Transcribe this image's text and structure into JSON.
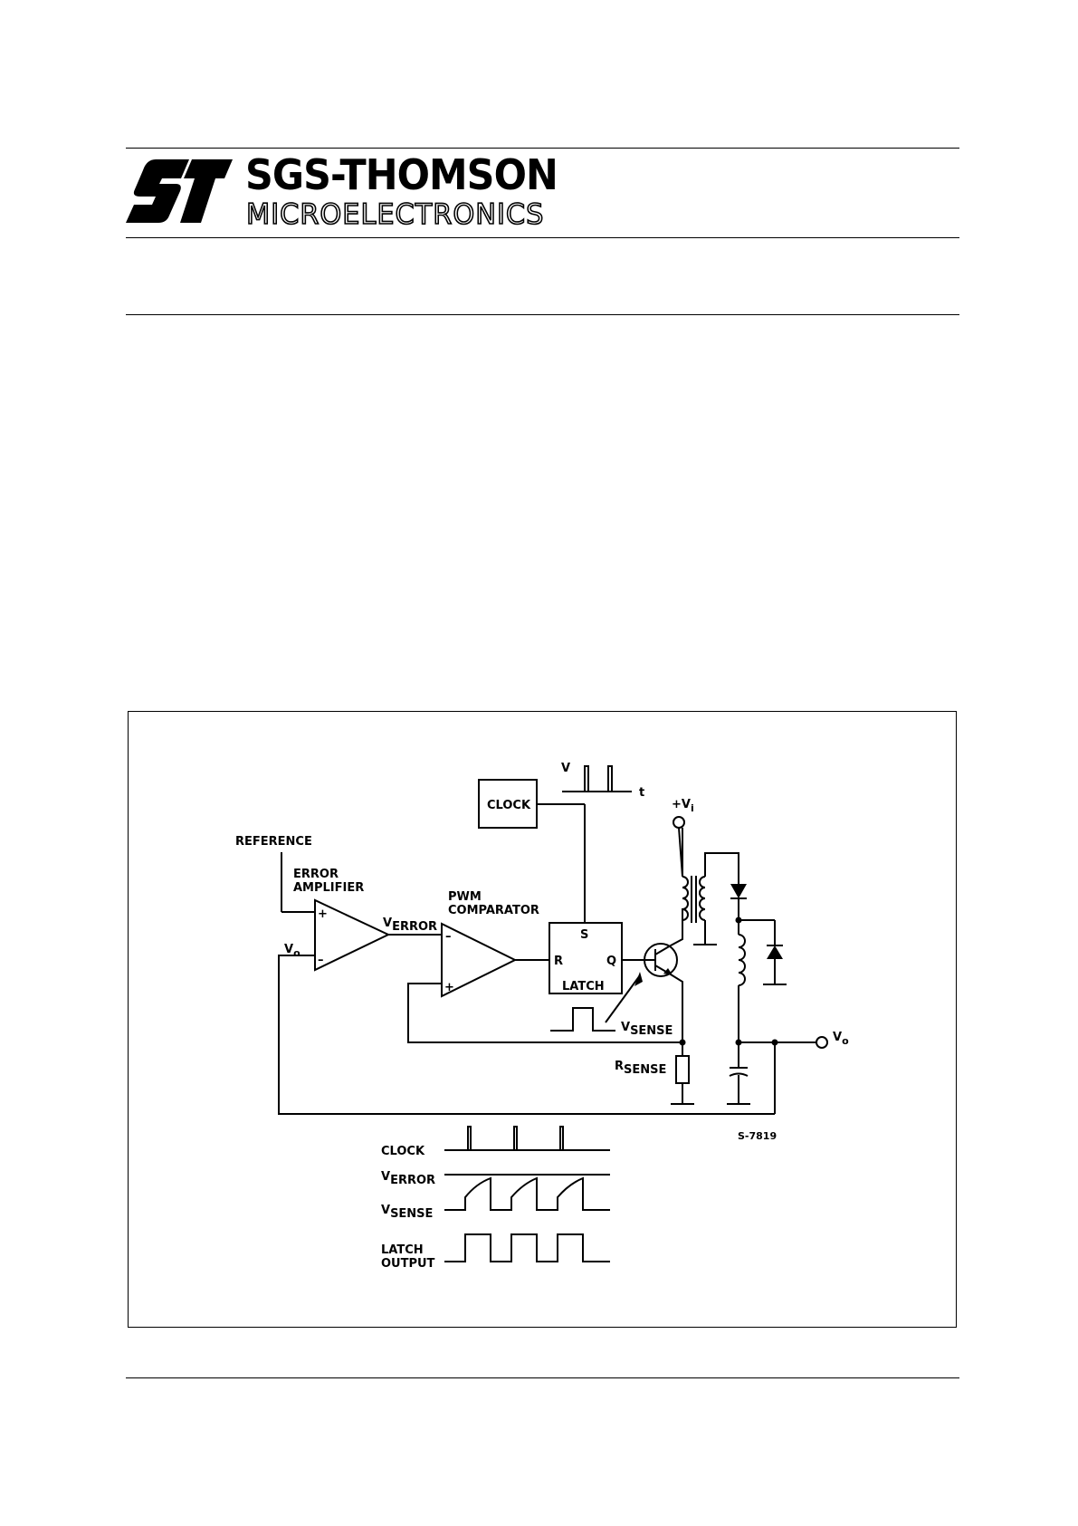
{
  "header": {
    "brand_name": "SGS-THOMSON",
    "brand_sub": "MICROELECTRONICS",
    "logo_icon": "st-logo-icon"
  },
  "figure": {
    "reference": "REFERENCE",
    "error_amplifier": [
      "ERROR",
      "AMPLIFIER"
    ],
    "pwm_comparator": [
      "PWM",
      "COMPARATOR"
    ],
    "clock_block": "CLOCK",
    "latch": {
      "set": "S",
      "reset": "R",
      "q": "Q",
      "name": "LATCH"
    },
    "verror": {
      "main": "V",
      "sub": "ERROR"
    },
    "vsense": {
      "main": "V",
      "sub": "SENSE"
    },
    "rsense": {
      "main": "R",
      "sub": "SENSE"
    },
    "vo_in": {
      "main": "V",
      "sub": "o"
    },
    "vo_out": {
      "main": "V",
      "sub": "o"
    },
    "vi": {
      "main": "+V",
      "sub": "i"
    },
    "clock_axis_v": "V",
    "clock_axis_t": "t",
    "plus": "+",
    "minus": "–",
    "figure_code": "S-7819",
    "timing": {
      "clock": "CLOCK",
      "verror": {
        "main": "V",
        "sub": "ERROR"
      },
      "vsense": {
        "main": "V",
        "sub": "SENSE"
      },
      "latch_output": [
        "LATCH",
        "OUTPUT"
      ]
    }
  }
}
